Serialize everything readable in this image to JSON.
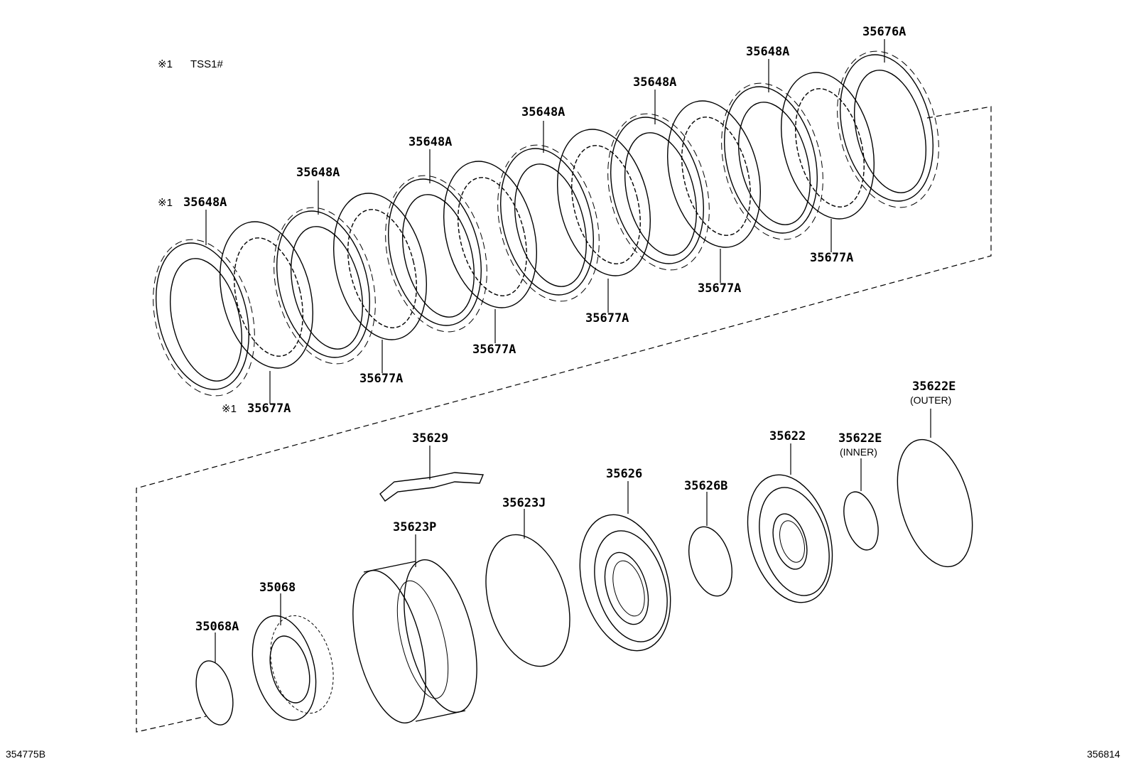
{
  "note": {
    "mark": "※1",
    "text": "TSS1#"
  },
  "labels": {
    "l1": "35676A",
    "l2": "35648A",
    "l3": "35648A",
    "l4": "35648A",
    "l5": "35648A",
    "l6": "35648A",
    "l7": "35648A",
    "l7_mark": "※1",
    "l8": "35677A",
    "l9": "35677A",
    "l10": "35677A",
    "l11": "35677A",
    "l12": "35677A",
    "l13": "35677A",
    "l13_mark": "※1",
    "l14": "35622E",
    "l14_sub": "(OUTER)",
    "l15": "35622",
    "l16": "35622E",
    "l16_sub": "(INNER)",
    "l17": "35629",
    "l18": "35626",
    "l19": "35626B",
    "l20": "35623J",
    "l21": "35623P",
    "l22": "35068",
    "l23": "35068A"
  },
  "refs": {
    "left": "354775B",
    "right": "356814"
  }
}
